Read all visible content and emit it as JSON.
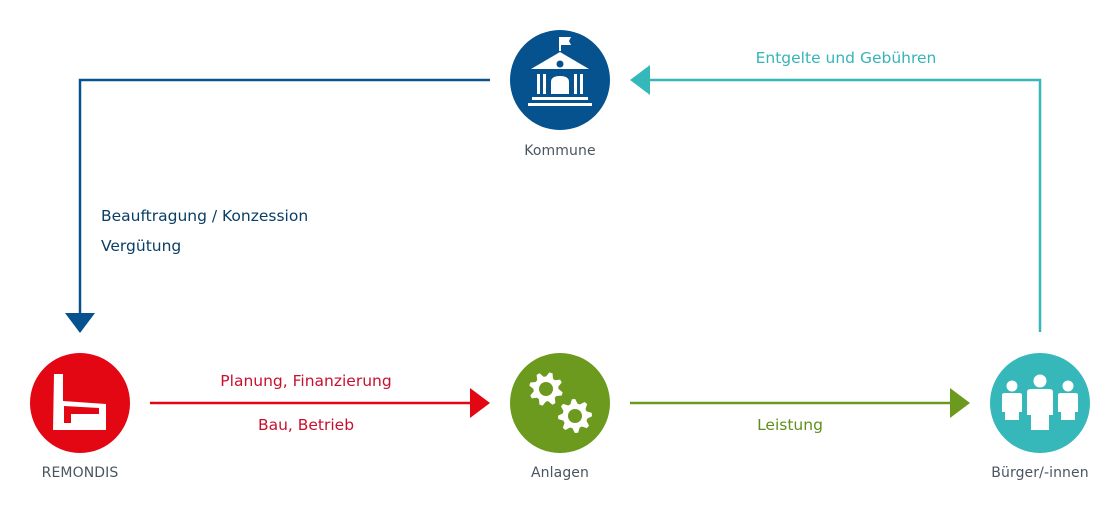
{
  "colors": {
    "kommune": "#05528e",
    "remondis": "#e30613",
    "anlagen": "#6b9a1e",
    "buerger": "#36b8bb",
    "node_label": "#4a5560"
  },
  "nodes": {
    "kommune": {
      "label": "Kommune",
      "icon": "town-hall-icon"
    },
    "remondis": {
      "label": "REMONDIS",
      "icon": "factory-icon"
    },
    "anlagen": {
      "label": "Anlagen",
      "icon": "gears-icon"
    },
    "buerger": {
      "label": "Bürger/-innen",
      "icon": "people-group-icon"
    }
  },
  "flows": {
    "kommune_to_remondis": {
      "from": "Kommune",
      "to": "REMONDIS",
      "labels": [
        "Beauftragung / Konzession",
        "Vergütung"
      ]
    },
    "remondis_to_anlagen": {
      "from": "REMONDIS",
      "to": "Anlagen",
      "labels": [
        "Planung, Finanzierung",
        "Bau, Betrieb"
      ]
    },
    "anlagen_to_buerger": {
      "from": "Anlagen",
      "to": "Bürger/-innen",
      "labels": [
        "Leistung"
      ]
    },
    "buerger_to_kommune": {
      "from": "Bürger/-innen",
      "to": "Kommune",
      "labels": [
        "Entgelte und Gebühren"
      ]
    }
  }
}
